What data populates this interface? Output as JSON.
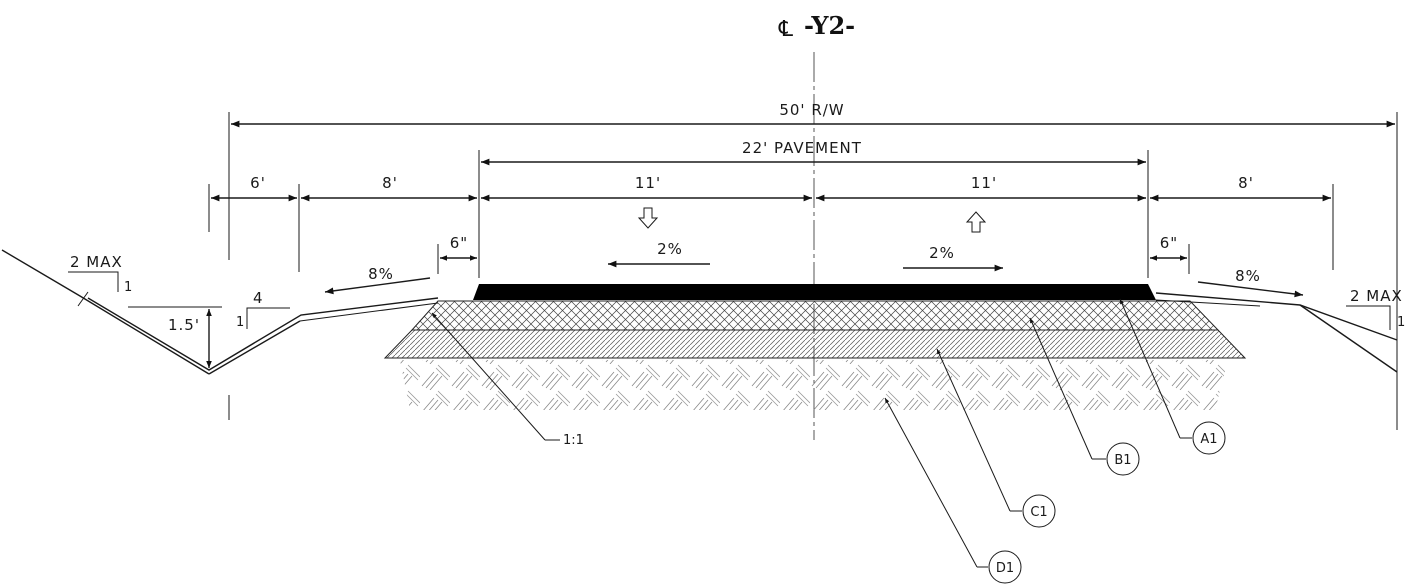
{
  "title": "-Y2-",
  "centerline_symbol": "℄",
  "dimensions": {
    "right_of_way": "50' R/W",
    "pavement": "22' PAVEMENT",
    "ditch_width": "6'",
    "shoulder_left": "8'",
    "lane_left": "11'",
    "lane_right": "11'",
    "shoulder_right": "8'",
    "offset_left": "6\"",
    "offset_right": "6\"",
    "ditch_depth": "1.5'"
  },
  "slopes": {
    "lane_left": "2%",
    "lane_right": "2%",
    "shoulder_left": "8%",
    "shoulder_right": "8%",
    "backslope_left_run": "2 MAX",
    "backslope_left_rise": "1",
    "backslope_right_run": "2 MAX",
    "backslope_right_rise": "1",
    "ditch_front_run": "4",
    "ditch_front_rise": "1",
    "layer_slope": "1:1"
  },
  "callouts": {
    "a1": "A1",
    "b1": "B1",
    "c1": "C1",
    "d1": "D1"
  }
}
